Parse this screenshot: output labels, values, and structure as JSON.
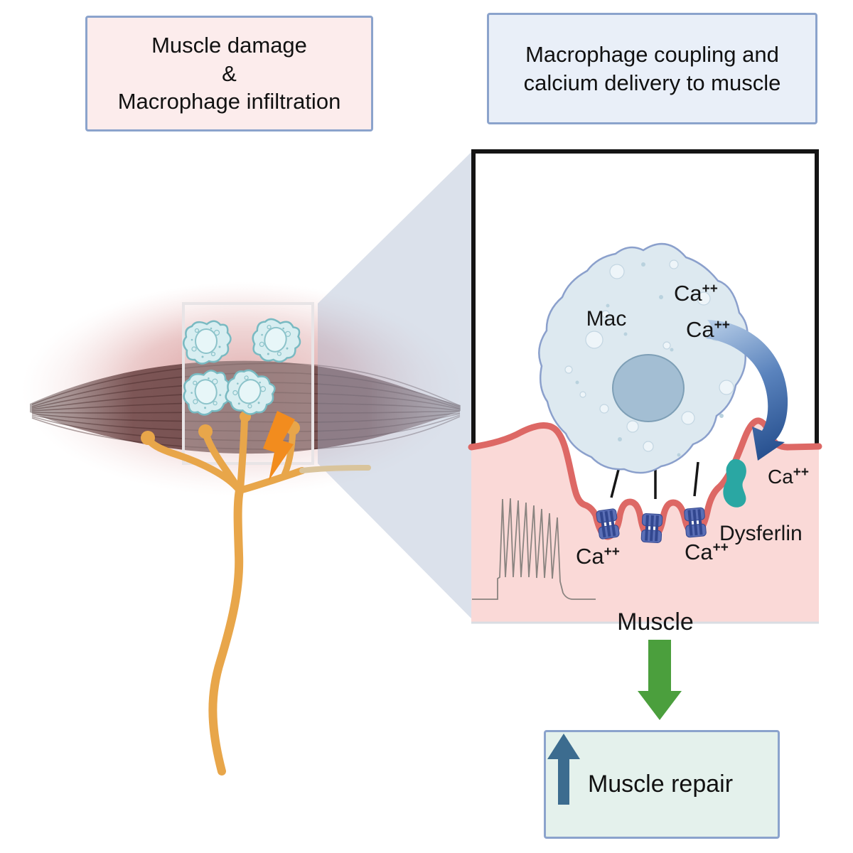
{
  "boxes": {
    "muscle_damage": {
      "text": "Muscle damage\n&\nMacrophage infiltration"
    },
    "macrophage_coupling": {
      "text": "Macrophage coupling and\ncalcium delivery to muscle"
    },
    "muscle_repair": {
      "text": "Muscle repair"
    }
  },
  "inset": {
    "mac_label": "Mac",
    "ca": "Ca",
    "ca_sup": "++",
    "dysferlin_label": "Dysferlin",
    "muscle_label": "Muscle"
  },
  "icons": {
    "damage_bolt": "lightning-bolt",
    "calcium_transfer_arrow": "curved-arrow-down",
    "outcome_arrow": "arrow-down",
    "increase_arrow": "arrow-up"
  },
  "colors": {
    "box_pink": "#fcecec",
    "box_blue": "#e9eff8",
    "box_mint": "#e4f1ec",
    "box_border": "#8ba3cc",
    "inset_border": "#141414",
    "muscle_pink": "#fad9d7",
    "membrane_red": "#dd6865",
    "macrophage_fill": "#dde9f0",
    "macrophage_stroke": "#8ba0cc",
    "nucleus_blue": "#a3bed3",
    "small_cell_fill": "#d8eef1",
    "small_cell_stroke": "#79bac2",
    "nerve_gold": "#e8a64a",
    "nerve_pale": "#d9c49c",
    "lightning_orange": "#f28c1e",
    "dysferlin_teal": "#2aa7a3",
    "green_arrow": "#4b9f3d",
    "steel_blue_arrow": "#3c6c8f",
    "calcium_arrow_blue": "#2d5fa5",
    "muscle_dark": "#734e4e",
    "channel_blue": "#5b6fb6",
    "funnel_gray": "#aab7d0"
  }
}
